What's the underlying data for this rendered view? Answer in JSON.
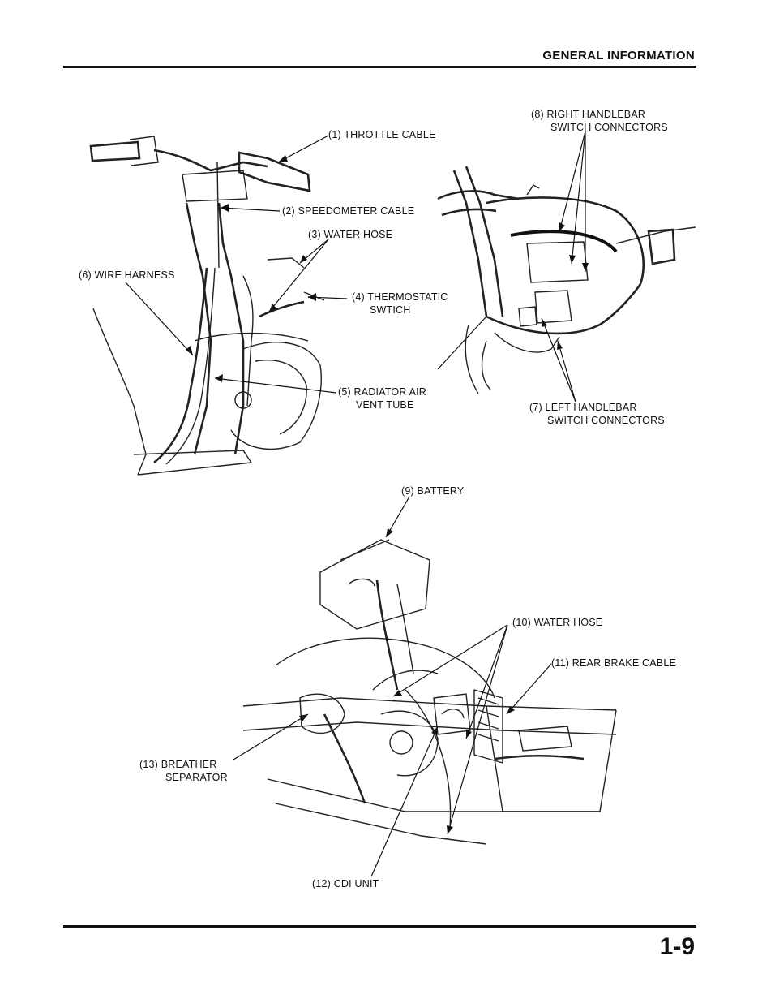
{
  "header": {
    "title": "GENERAL INFORMATION"
  },
  "footer": {
    "page_number": "1-9"
  },
  "callouts": {
    "c1": {
      "line1": "(1) THROTTLE CABLE"
    },
    "c2": {
      "line1": "(2) SPEEDOMETER CABLE"
    },
    "c3": {
      "line1": "(3) WATER HOSE"
    },
    "c4": {
      "line1": "(4) THERMOSTATIC",
      "line2": "SWTICH"
    },
    "c5": {
      "line1": "(5) RADIATOR AIR",
      "line2": "VENT TUBE"
    },
    "c6": {
      "line1": "(6) WIRE HARNESS"
    },
    "c7": {
      "line1": "(7) LEFT HANDLEBAR",
      "line2": "SWITCH CONNECTORS"
    },
    "c8": {
      "line1": "(8) RIGHT HANDLEBAR",
      "line2": "SWITCH CONNECTORS"
    },
    "c9": {
      "line1": "(9) BATTERY"
    },
    "c10": {
      "line1": "(10) WATER HOSE"
    },
    "c11": {
      "line1": "(11) REAR BRAKE CABLE"
    },
    "c12": {
      "line1": "(12) CDI UNIT"
    },
    "c13": {
      "line1": "(13) BREATHER",
      "line2": "SEPARATOR"
    }
  }
}
